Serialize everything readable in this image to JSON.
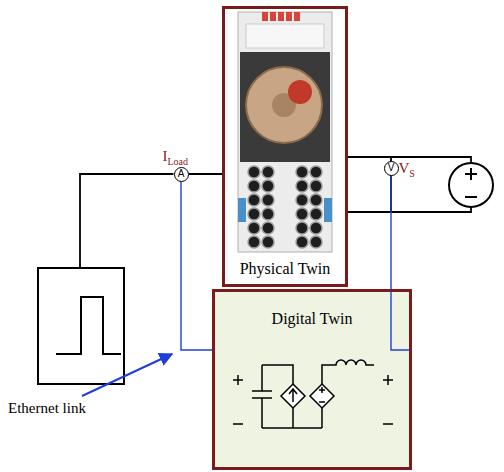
{
  "diagram": {
    "nodes": [
      {
        "text": [
          "Physical Twin"
        ]
      },
      {
        "text": [
          "A",
          "I",
          "Load"
        ]
      },
      {
        "text": [
          "V",
          "V",
          "S"
        ]
      },
      {
        "text": [
          "Digital Twin"
        ]
      }
    ],
    "edges": [
      {
        "from": 1,
        "to": 0,
        "arrow": "none"
      },
      {
        "from": 1,
        "to": 3,
        "arrow": "none"
      },
      {
        "from": 2,
        "to": 3,
        "arrow": "none"
      }
    ],
    "labels": [
      "Ethernet link"
    ]
  }
}
